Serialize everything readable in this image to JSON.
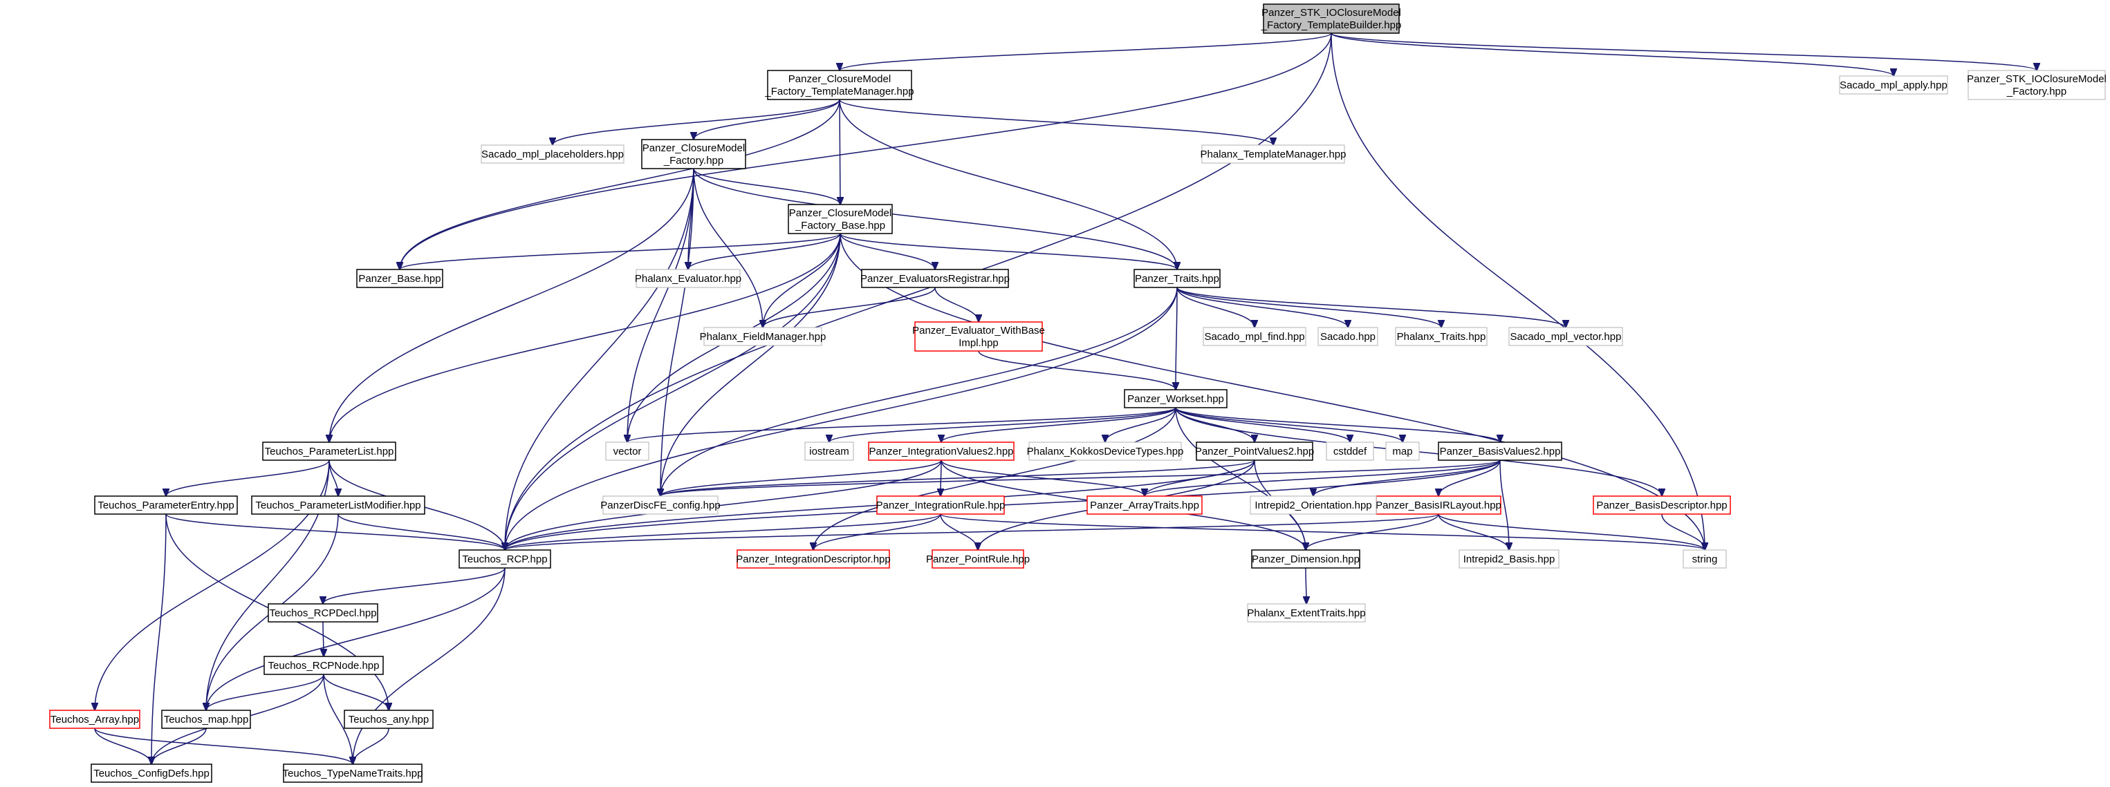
{
  "nodes": {
    "root": {
      "lines": [
        "Panzer_STK_IOClosureModel",
        "_Factory_TemplateBuilder.hpp"
      ],
      "style": "root"
    },
    "tmgr": {
      "lines": [
        "Panzer_ClosureModel",
        "_Factory_TemplateManager.hpp"
      ],
      "style": "normal"
    },
    "factory": {
      "lines": [
        "Panzer_ClosureModel",
        "_Factory.hpp"
      ],
      "style": "normal"
    },
    "fbase": {
      "lines": [
        "Panzer_ClosureModel",
        "_Factory_Base.hpp"
      ],
      "style": "normal"
    },
    "pbase": {
      "lines": [
        "Panzer_Base.hpp"
      ],
      "style": "normal"
    },
    "traits": {
      "lines": [
        "Panzer_Traits.hpp"
      ],
      "style": "normal"
    },
    "evreg": {
      "lines": [
        "Panzer_EvaluatorsRegistrar.hpp"
      ],
      "style": "normal"
    },
    "evbase": {
      "lines": [
        "Panzer_Evaluator_WithBase",
        "Impl.hpp"
      ],
      "style": "red"
    },
    "workset": {
      "lines": [
        "Panzer_Workset.hpp"
      ],
      "style": "normal"
    },
    "plist": {
      "lines": [
        "Teuchos_ParameterList.hpp"
      ],
      "style": "normal"
    },
    "pentry": {
      "lines": [
        "Teuchos_ParameterEntry.hpp"
      ],
      "style": "normal"
    },
    "plmod": {
      "lines": [
        "Teuchos_ParameterListModifier.hpp"
      ],
      "style": "normal"
    },
    "rcp": {
      "lines": [
        "Teuchos_RCP.hpp"
      ],
      "style": "normal"
    },
    "rcpdecl": {
      "lines": [
        "Teuchos_RCPDecl.hpp"
      ],
      "style": "normal"
    },
    "rcpnode": {
      "lines": [
        "Teuchos_RCPNode.hpp"
      ],
      "style": "normal"
    },
    "tarray": {
      "lines": [
        "Teuchos_Array.hpp"
      ],
      "style": "red"
    },
    "tmap": {
      "lines": [
        "Teuchos_map.hpp"
      ],
      "style": "normal"
    },
    "tany": {
      "lines": [
        "Teuchos_any.hpp"
      ],
      "style": "normal"
    },
    "tconf": {
      "lines": [
        "Teuchos_ConfigDefs.hpp"
      ],
      "style": "normal"
    },
    "ttnt": {
      "lines": [
        "Teuchos_TypeNameTraits.hpp"
      ],
      "style": "normal"
    },
    "intv2": {
      "lines": [
        "Panzer_IntegrationValues2.hpp"
      ],
      "style": "red"
    },
    "pointv2": {
      "lines": [
        "Panzer_PointValues2.hpp"
      ],
      "style": "normal"
    },
    "basisv2": {
      "lines": [
        "Panzer_BasisValues2.hpp"
      ],
      "style": "normal"
    },
    "intrule": {
      "lines": [
        "Panzer_IntegrationRule.hpp"
      ],
      "style": "red"
    },
    "arrtr": {
      "lines": [
        "Panzer_ArrayTraits.hpp"
      ],
      "style": "red"
    },
    "basisir": {
      "lines": [
        "Panzer_BasisIRLayout.hpp"
      ],
      "style": "red"
    },
    "basisdesc": {
      "lines": [
        "Panzer_BasisDescriptor.hpp"
      ],
      "style": "red"
    },
    "intdesc": {
      "lines": [
        "Panzer_IntegrationDescriptor.hpp"
      ],
      "style": "red"
    },
    "ptrule": {
      "lines": [
        "Panzer_PointRule.hpp"
      ],
      "style": "red"
    },
    "dim": {
      "lines": [
        "Panzer_Dimension.hpp"
      ],
      "style": "normal"
    },
    "extent": {
      "lines": [
        "Phalanx_ExtentTraits.hpp"
      ],
      "style": "gray"
    },
    "string": {
      "lines": [
        "string"
      ],
      "style": "gray"
    },
    "ibasis": {
      "lines": [
        "Intrepid2_Basis.hpp"
      ],
      "style": "gray"
    },
    "iorient": {
      "lines": [
        "Intrepid2_Orientation.hpp"
      ],
      "style": "gray"
    },
    "discfe": {
      "lines": [
        "PanzerDiscFE_config.hpp"
      ],
      "style": "gray"
    },
    "vector": {
      "lines": [
        "vector"
      ],
      "style": "gray"
    },
    "iostream": {
      "lines": [
        "iostream"
      ],
      "style": "gray"
    },
    "kokkos": {
      "lines": [
        "Phalanx_KokkosDeviceTypes.hpp"
      ],
      "style": "gray"
    },
    "cstddef": {
      "lines": [
        "cstddef"
      ],
      "style": "gray"
    },
    "map": {
      "lines": [
        "map"
      ],
      "style": "gray"
    },
    "phev": {
      "lines": [
        "Phalanx_Evaluator.hpp"
      ],
      "style": "gray"
    },
    "phfm": {
      "lines": [
        "Phalanx_FieldManager.hpp"
      ],
      "style": "gray"
    },
    "sfind": {
      "lines": [
        "Sacado_mpl_find.hpp"
      ],
      "style": "gray"
    },
    "sacado": {
      "lines": [
        "Sacado.hpp"
      ],
      "style": "gray"
    },
    "phtraits": {
      "lines": [
        "Phalanx_Traits.hpp"
      ],
      "style": "gray"
    },
    "svector": {
      "lines": [
        "Sacado_mpl_vector.hpp"
      ],
      "style": "gray"
    },
    "splace": {
      "lines": [
        "Sacado_mpl_placeholders.hpp"
      ],
      "style": "gray"
    },
    "phtmgr": {
      "lines": [
        "Phalanx_TemplateManager.hpp"
      ],
      "style": "gray"
    },
    "sapply": {
      "lines": [
        "Sacado_mpl_apply.hpp"
      ],
      "style": "gray"
    },
    "stkfac": {
      "lines": [
        "Panzer_STK_IOClosureModel",
        "_Factory.hpp"
      ],
      "style": "gray"
    }
  },
  "edges": [
    [
      "root",
      "tmgr"
    ],
    [
      "root",
      "pbase"
    ],
    [
      "root",
      "rcp"
    ],
    [
      "root",
      "string"
    ],
    [
      "root",
      "sapply"
    ],
    [
      "root",
      "stkfac"
    ],
    [
      "tmgr",
      "factory"
    ],
    [
      "tmgr",
      "fbase"
    ],
    [
      "tmgr",
      "pbase"
    ],
    [
      "tmgr",
      "traits"
    ],
    [
      "tmgr",
      "splace"
    ],
    [
      "tmgr",
      "phtmgr"
    ],
    [
      "factory",
      "fbase"
    ],
    [
      "factory",
      "traits"
    ],
    [
      "factory",
      "plist"
    ],
    [
      "factory",
      "rcp"
    ],
    [
      "factory",
      "phev"
    ],
    [
      "factory",
      "phfm"
    ],
    [
      "factory",
      "discfe"
    ],
    [
      "factory",
      "vector"
    ],
    [
      "fbase",
      "pbase"
    ],
    [
      "fbase",
      "traits"
    ],
    [
      "fbase",
      "evreg"
    ],
    [
      "fbase",
      "phev"
    ],
    [
      "fbase",
      "phfm"
    ],
    [
      "fbase",
      "plist"
    ],
    [
      "fbase",
      "rcp"
    ],
    [
      "fbase",
      "discfe"
    ],
    [
      "fbase",
      "string"
    ],
    [
      "fbase",
      "vector"
    ],
    [
      "traits",
      "sfind"
    ],
    [
      "traits",
      "sacado"
    ],
    [
      "traits",
      "phtraits"
    ],
    [
      "traits",
      "svector"
    ],
    [
      "traits",
      "workset"
    ],
    [
      "traits",
      "discfe"
    ],
    [
      "traits",
      "rcp"
    ],
    [
      "evreg",
      "phfm"
    ],
    [
      "evreg",
      "evbase"
    ],
    [
      "evbase",
      "workset"
    ],
    [
      "workset",
      "vector"
    ],
    [
      "workset",
      "iostream"
    ],
    [
      "workset",
      "intv2"
    ],
    [
      "workset",
      "kokkos"
    ],
    [
      "workset",
      "pointv2"
    ],
    [
      "workset",
      "cstddef"
    ],
    [
      "workset",
      "map"
    ],
    [
      "workset",
      "basisv2"
    ],
    [
      "workset",
      "basisdesc"
    ],
    [
      "workset",
      "intdesc"
    ],
    [
      "workset",
      "dim"
    ],
    [
      "plist",
      "pentry"
    ],
    [
      "plist",
      "plmod"
    ],
    [
      "plist",
      "rcp"
    ],
    [
      "plist",
      "tarray"
    ],
    [
      "plist",
      "tmap"
    ],
    [
      "pentry",
      "rcp"
    ],
    [
      "pentry",
      "tany"
    ],
    [
      "pentry",
      "tconf"
    ],
    [
      "plmod",
      "rcp"
    ],
    [
      "plmod",
      "tmap"
    ],
    [
      "rcp",
      "rcpdecl"
    ],
    [
      "rcp",
      "tmap"
    ],
    [
      "rcp",
      "ttnt"
    ],
    [
      "rcpdecl",
      "rcpnode"
    ],
    [
      "rcpnode",
      "tmap"
    ],
    [
      "rcpnode",
      "tany"
    ],
    [
      "rcpnode",
      "tconf"
    ],
    [
      "rcpnode",
      "ttnt"
    ],
    [
      "tarray",
      "tconf"
    ],
    [
      "tarray",
      "ttnt"
    ],
    [
      "tmap",
      "tconf"
    ],
    [
      "tany",
      "ttnt"
    ],
    [
      "intv2",
      "intrule"
    ],
    [
      "intv2",
      "arrtr"
    ],
    [
      "intv2",
      "discfe"
    ],
    [
      "intv2",
      "rcp"
    ],
    [
      "intv2",
      "dim"
    ],
    [
      "intrule",
      "intdesc"
    ],
    [
      "intrule",
      "ptrule"
    ],
    [
      "intrule",
      "rcp"
    ],
    [
      "intrule",
      "string"
    ],
    [
      "pointv2",
      "ptrule"
    ],
    [
      "pointv2",
      "arrtr"
    ],
    [
      "pointv2",
      "dim"
    ],
    [
      "pointv2",
      "discfe"
    ],
    [
      "pointv2",
      "rcp"
    ],
    [
      "basisv2",
      "basisir"
    ],
    [
      "basisv2",
      "arrtr"
    ],
    [
      "basisv2",
      "iorient"
    ],
    [
      "basisv2",
      "ibasis"
    ],
    [
      "basisv2",
      "discfe"
    ],
    [
      "basisv2",
      "rcp"
    ],
    [
      "basisir",
      "dim"
    ],
    [
      "basisir",
      "ibasis"
    ],
    [
      "basisir",
      "string"
    ],
    [
      "basisir",
      "rcp"
    ],
    [
      "basisdesc",
      "string"
    ],
    [
      "dim",
      "extent"
    ]
  ],
  "colors": {
    "edge": "#191970",
    "normal_border": "#000000",
    "root_fill": "#bfbfbf",
    "red_border": "#ff0000",
    "gray_border": "#bfbfbf",
    "text": "#000000"
  }
}
